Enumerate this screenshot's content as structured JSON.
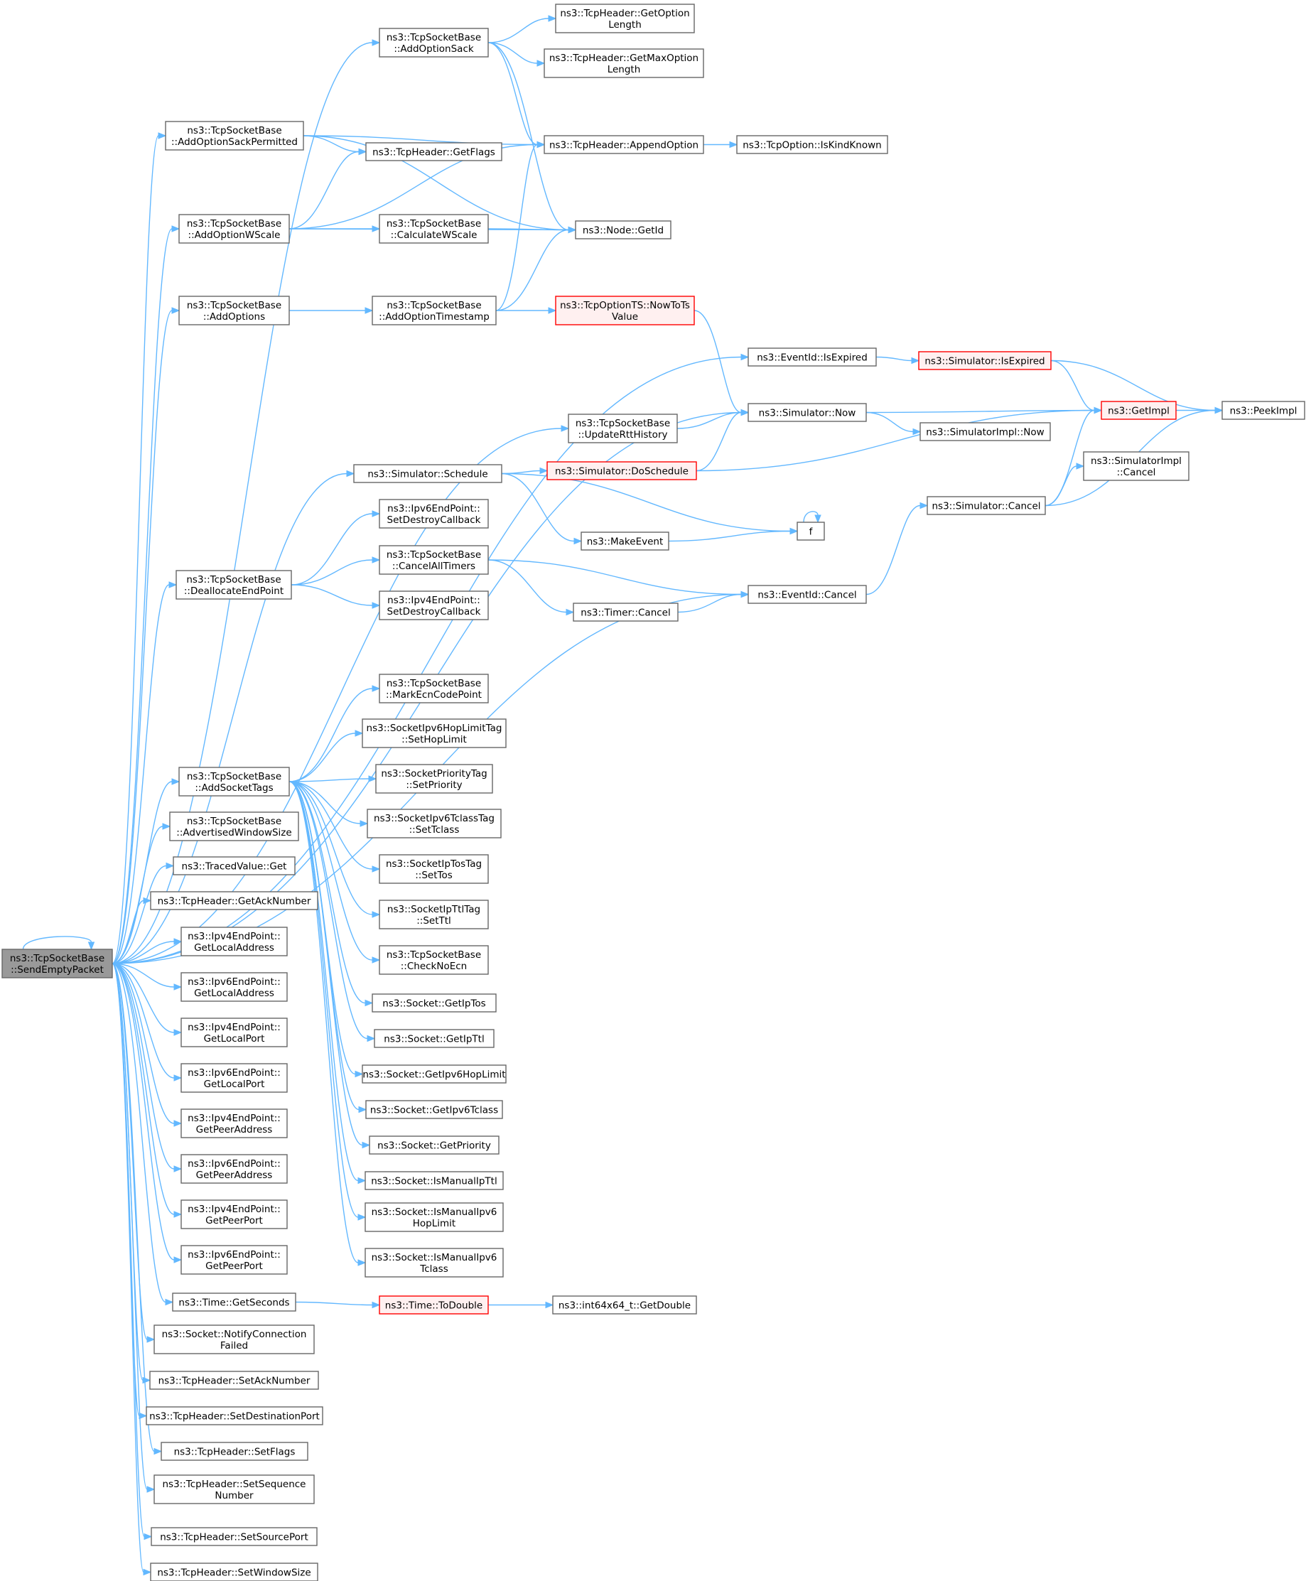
{
  "graph": {
    "root": "ns3::TcpSocketBase::SendEmptyPacket",
    "nodes": [
      {
        "id": "root",
        "lines": [
          "ns3::TcpSocketBase",
          "::SendEmptyPacket"
        ],
        "style": "root"
      },
      {
        "id": "AddOptionSack",
        "lines": [
          "ns3::TcpSocketBase",
          "::AddOptionSack"
        ]
      },
      {
        "id": "GetOptionLength",
        "lines": [
          "ns3::TcpHeader::GetOption",
          "Length"
        ]
      },
      {
        "id": "GetMaxOptionLength",
        "lines": [
          "ns3::TcpHeader::GetMaxOption",
          "Length"
        ]
      },
      {
        "id": "AddOptionSackPermitted",
        "lines": [
          "ns3::TcpSocketBase",
          "::AddOptionSackPermitted"
        ]
      },
      {
        "id": "AppendOption",
        "lines": [
          "ns3::TcpHeader::AppendOption"
        ]
      },
      {
        "id": "IsKindKnown",
        "lines": [
          "ns3::TcpOption::IsKindKnown"
        ]
      },
      {
        "id": "GetFlags",
        "lines": [
          "ns3::TcpHeader::GetFlags"
        ]
      },
      {
        "id": "AddOptionWScale",
        "lines": [
          "ns3::TcpSocketBase",
          "::AddOptionWScale"
        ]
      },
      {
        "id": "CalculateWScale",
        "lines": [
          "ns3::TcpSocketBase",
          "::CalculateWScale"
        ]
      },
      {
        "id": "NodeGetId",
        "lines": [
          "ns3::Node::GetId"
        ]
      },
      {
        "id": "AddOptions",
        "lines": [
          "ns3::TcpSocketBase",
          "::AddOptions"
        ]
      },
      {
        "id": "AddOptionTimestamp",
        "lines": [
          "ns3::TcpSocketBase",
          "::AddOptionTimestamp"
        ]
      },
      {
        "id": "NowToTsValue",
        "lines": [
          "ns3::TcpOptionTS::NowToTs",
          "Value"
        ],
        "style": "red"
      },
      {
        "id": "EventIsExpired",
        "lines": [
          "ns3::EventId::IsExpired"
        ]
      },
      {
        "id": "SimIsExpired",
        "lines": [
          "ns3::Simulator::IsExpired"
        ],
        "style": "red"
      },
      {
        "id": "PeekImpl",
        "lines": [
          "ns3::PeekImpl"
        ]
      },
      {
        "id": "GetImpl",
        "lines": [
          "ns3::GetImpl"
        ],
        "style": "red"
      },
      {
        "id": "SimNow",
        "lines": [
          "ns3::Simulator::Now"
        ]
      },
      {
        "id": "UpdateRttHistory",
        "lines": [
          "ns3::TcpSocketBase",
          "::UpdateRttHistory"
        ]
      },
      {
        "id": "SimImplNow",
        "lines": [
          "ns3::SimulatorImpl::Now"
        ]
      },
      {
        "id": "SimSchedule",
        "lines": [
          "ns3::Simulator::Schedule"
        ]
      },
      {
        "id": "DoSchedule",
        "lines": [
          "ns3::Simulator::DoSchedule"
        ],
        "style": "red"
      },
      {
        "id": "SimImplCancel",
        "lines": [
          "ns3::SimulatorImpl",
          "::Cancel"
        ]
      },
      {
        "id": "Ipv6SetDestroy",
        "lines": [
          "ns3::Ipv6EndPoint::",
          "SetDestroyCallback"
        ]
      },
      {
        "id": "SimCancel",
        "lines": [
          "ns3::Simulator::Cancel"
        ]
      },
      {
        "id": "f",
        "lines": [
          "f"
        ]
      },
      {
        "id": "MakeEvent",
        "lines": [
          "ns3::MakeEvent"
        ]
      },
      {
        "id": "DeallocateEndPoint",
        "lines": [
          "ns3::TcpSocketBase",
          "::DeallocateEndPoint"
        ]
      },
      {
        "id": "CancelAllTimers",
        "lines": [
          "ns3::TcpSocketBase",
          "::CancelAllTimers"
        ]
      },
      {
        "id": "EventCancel",
        "lines": [
          "ns3::EventId::Cancel"
        ]
      },
      {
        "id": "Ipv4SetDestroy",
        "lines": [
          "ns3::Ipv4EndPoint::",
          "SetDestroyCallback"
        ]
      },
      {
        "id": "TimerCancel",
        "lines": [
          "ns3::Timer::Cancel"
        ]
      },
      {
        "id": "MarkEcn",
        "lines": [
          "ns3::TcpSocketBase",
          "::MarkEcnCodePoint"
        ]
      },
      {
        "id": "SetHopLimit",
        "lines": [
          "ns3::SocketIpv6HopLimitTag",
          "::SetHopLimit"
        ]
      },
      {
        "id": "AddSocketTags",
        "lines": [
          "ns3::TcpSocketBase",
          "::AddSocketTags"
        ]
      },
      {
        "id": "SetPriority",
        "lines": [
          "ns3::SocketPriorityTag",
          "::SetPriority"
        ]
      },
      {
        "id": "AdvWindow",
        "lines": [
          "ns3::TcpSocketBase",
          "::AdvertisedWindowSize"
        ]
      },
      {
        "id": "SetTclass",
        "lines": [
          "ns3::SocketIpv6TclassTag",
          "::SetTclass"
        ]
      },
      {
        "id": "TracedGet",
        "lines": [
          "ns3::TracedValue::Get"
        ]
      },
      {
        "id": "SetTos",
        "lines": [
          "ns3::SocketIpTosTag",
          "::SetTos"
        ]
      },
      {
        "id": "GetAckNumber",
        "lines": [
          "ns3::TcpHeader::GetAckNumber"
        ]
      },
      {
        "id": "SetTtl",
        "lines": [
          "ns3::SocketIpTtlTag",
          "::SetTtl"
        ]
      },
      {
        "id": "Ipv4GetLocalAddress",
        "lines": [
          "ns3::Ipv4EndPoint::",
          "GetLocalAddress"
        ]
      },
      {
        "id": "CheckNoEcn",
        "lines": [
          "ns3::TcpSocketBase",
          "::CheckNoEcn"
        ]
      },
      {
        "id": "Ipv6GetLocalAddress",
        "lines": [
          "ns3::Ipv6EndPoint::",
          "GetLocalAddress"
        ]
      },
      {
        "id": "GetIpTos",
        "lines": [
          "ns3::Socket::GetIpTos"
        ]
      },
      {
        "id": "Ipv4GetLocalPort",
        "lines": [
          "ns3::Ipv4EndPoint::",
          "GetLocalPort"
        ]
      },
      {
        "id": "GetIpTtl",
        "lines": [
          "ns3::Socket::GetIpTtl"
        ]
      },
      {
        "id": "Ipv6GetLocalPort",
        "lines": [
          "ns3::Ipv6EndPoint::",
          "GetLocalPort"
        ]
      },
      {
        "id": "GetIpv6HopLimit",
        "lines": [
          "ns3::Socket::GetIpv6HopLimit"
        ]
      },
      {
        "id": "GetIpv6Tclass",
        "lines": [
          "ns3::Socket::GetIpv6Tclass"
        ]
      },
      {
        "id": "Ipv4GetPeerAddress",
        "lines": [
          "ns3::Ipv4EndPoint::",
          "GetPeerAddress"
        ]
      },
      {
        "id": "GetPriority",
        "lines": [
          "ns3::Socket::GetPriority"
        ]
      },
      {
        "id": "Ipv6GetPeerAddress",
        "lines": [
          "ns3::Ipv6EndPoint::",
          "GetPeerAddress"
        ]
      },
      {
        "id": "IsManualIpTtl",
        "lines": [
          "ns3::Socket::IsManualIpTtl"
        ]
      },
      {
        "id": "Ipv4GetPeerPort",
        "lines": [
          "ns3::Ipv4EndPoint::",
          "GetPeerPort"
        ]
      },
      {
        "id": "IsManualIpv6HopLimit",
        "lines": [
          "ns3::Socket::IsManualIpv6",
          "HopLimit"
        ]
      },
      {
        "id": "Ipv6GetPeerPort",
        "lines": [
          "ns3::Ipv6EndPoint::",
          "GetPeerPort"
        ]
      },
      {
        "id": "IsManualIpv6Tclass",
        "lines": [
          "ns3::Socket::IsManualIpv6",
          "Tclass"
        ]
      },
      {
        "id": "TimeGetSeconds",
        "lines": [
          "ns3::Time::GetSeconds"
        ]
      },
      {
        "id": "TimeToDouble",
        "lines": [
          "ns3::Time::ToDouble"
        ],
        "style": "red"
      },
      {
        "id": "GetDouble",
        "lines": [
          "ns3::int64x64_t::GetDouble"
        ]
      },
      {
        "id": "NotifyConnFailed",
        "lines": [
          "ns3::Socket::NotifyConnection",
          "Failed"
        ]
      },
      {
        "id": "SetAckNumber",
        "lines": [
          "ns3::TcpHeader::SetAckNumber"
        ]
      },
      {
        "id": "SetDestinationPort",
        "lines": [
          "ns3::TcpHeader::SetDestinationPort"
        ]
      },
      {
        "id": "SetFlags",
        "lines": [
          "ns3::TcpHeader::SetFlags"
        ]
      },
      {
        "id": "SetSequenceNumber",
        "lines": [
          "ns3::TcpHeader::SetSequence",
          "Number"
        ]
      },
      {
        "id": "SetSourcePort",
        "lines": [
          "ns3::TcpHeader::SetSourcePort"
        ]
      },
      {
        "id": "SetWindowSize",
        "lines": [
          "ns3::TcpHeader::SetWindowSize"
        ]
      }
    ],
    "edges": [
      [
        "root",
        "root"
      ],
      [
        "root",
        "AddOptionSack"
      ],
      [
        "root",
        "AddOptionSackPermitted"
      ],
      [
        "root",
        "AddOptionWScale"
      ],
      [
        "root",
        "AddOptions"
      ],
      [
        "root",
        "EventIsExpired"
      ],
      [
        "root",
        "SimNow"
      ],
      [
        "root",
        "UpdateRttHistory"
      ],
      [
        "root",
        "SimSchedule"
      ],
      [
        "root",
        "DeallocateEndPoint"
      ],
      [
        "root",
        "EventCancel"
      ],
      [
        "root",
        "AddSocketTags"
      ],
      [
        "root",
        "AdvWindow"
      ],
      [
        "root",
        "TracedGet"
      ],
      [
        "root",
        "GetAckNumber"
      ],
      [
        "root",
        "Ipv4GetLocalAddress"
      ],
      [
        "root",
        "Ipv6GetLocalAddress"
      ],
      [
        "root",
        "Ipv4GetLocalPort"
      ],
      [
        "root",
        "Ipv6GetLocalPort"
      ],
      [
        "root",
        "Ipv4GetPeerAddress"
      ],
      [
        "root",
        "Ipv6GetPeerAddress"
      ],
      [
        "root",
        "Ipv4GetPeerPort"
      ],
      [
        "root",
        "Ipv6GetPeerPort"
      ],
      [
        "root",
        "TimeGetSeconds"
      ],
      [
        "root",
        "NotifyConnFailed"
      ],
      [
        "root",
        "SetAckNumber"
      ],
      [
        "root",
        "SetDestinationPort"
      ],
      [
        "root",
        "SetFlags"
      ],
      [
        "root",
        "SetSequenceNumber"
      ],
      [
        "root",
        "SetSourcePort"
      ],
      [
        "root",
        "SetWindowSize"
      ],
      [
        "AddOptionSack",
        "GetOptionLength"
      ],
      [
        "AddOptionSack",
        "GetMaxOptionLength"
      ],
      [
        "AddOptionSack",
        "AppendOption"
      ],
      [
        "AddOptionSack",
        "NodeGetId"
      ],
      [
        "AddOptionSackPermitted",
        "AppendOption"
      ],
      [
        "AddOptionSackPermitted",
        "GetFlags"
      ],
      [
        "AddOptionSackPermitted",
        "NodeGetId"
      ],
      [
        "AppendOption",
        "IsKindKnown"
      ],
      [
        "AddOptionWScale",
        "GetFlags"
      ],
      [
        "AddOptionWScale",
        "AppendOption"
      ],
      [
        "AddOptionWScale",
        "CalculateWScale"
      ],
      [
        "AddOptionWScale",
        "NodeGetId"
      ],
      [
        "CalculateWScale",
        "NodeGetId"
      ],
      [
        "AddOptions",
        "AddOptionTimestamp"
      ],
      [
        "AddOptionTimestamp",
        "AppendOption"
      ],
      [
        "AddOptionTimestamp",
        "NodeGetId"
      ],
      [
        "AddOptionTimestamp",
        "NowToTsValue"
      ],
      [
        "NowToTsValue",
        "SimNow"
      ],
      [
        "EventIsExpired",
        "SimIsExpired"
      ],
      [
        "SimIsExpired",
        "GetImpl"
      ],
      [
        "SimIsExpired",
        "PeekImpl"
      ],
      [
        "SimNow",
        "GetImpl"
      ],
      [
        "SimNow",
        "SimImplNow"
      ],
      [
        "GetImpl",
        "PeekImpl"
      ],
      [
        "UpdateRttHistory",
        "SimNow"
      ],
      [
        "SimSchedule",
        "DoSchedule"
      ],
      [
        "SimSchedule",
        "f"
      ],
      [
        "SimSchedule",
        "MakeEvent"
      ],
      [
        "DoSchedule",
        "SimNow"
      ],
      [
        "DoSchedule",
        "GetImpl"
      ],
      [
        "MakeEvent",
        "f"
      ],
      [
        "f",
        "f"
      ],
      [
        "SimCancel",
        "GetImpl"
      ],
      [
        "SimCancel",
        "SimImplCancel"
      ],
      [
        "SimCancel",
        "PeekImpl"
      ],
      [
        "DeallocateEndPoint",
        "Ipv6SetDestroy"
      ],
      [
        "DeallocateEndPoint",
        "CancelAllTimers"
      ],
      [
        "DeallocateEndPoint",
        "Ipv4SetDestroy"
      ],
      [
        "CancelAllTimers",
        "EventCancel"
      ],
      [
        "CancelAllTimers",
        "TimerCancel"
      ],
      [
        "TimerCancel",
        "EventCancel"
      ],
      [
        "EventCancel",
        "SimCancel"
      ],
      [
        "AddSocketTags",
        "MarkEcn"
      ],
      [
        "AddSocketTags",
        "SetHopLimit"
      ],
      [
        "AddSocketTags",
        "SetPriority"
      ],
      [
        "AddSocketTags",
        "SetTclass"
      ],
      [
        "AddSocketTags",
        "SetTos"
      ],
      [
        "AddSocketTags",
        "SetTtl"
      ],
      [
        "AddSocketTags",
        "CheckNoEcn"
      ],
      [
        "AddSocketTags",
        "GetIpTos"
      ],
      [
        "AddSocketTags",
        "GetIpTtl"
      ],
      [
        "AddSocketTags",
        "GetIpv6HopLimit"
      ],
      [
        "AddSocketTags",
        "GetIpv6Tclass"
      ],
      [
        "AddSocketTags",
        "GetPriority"
      ],
      [
        "AddSocketTags",
        "IsManualIpTtl"
      ],
      [
        "AddSocketTags",
        "IsManualIpv6HopLimit"
      ],
      [
        "AddSocketTags",
        "IsManualIpv6Tclass"
      ],
      [
        "TimeGetSeconds",
        "TimeToDouble"
      ],
      [
        "TimeToDouble",
        "GetDouble"
      ]
    ]
  }
}
